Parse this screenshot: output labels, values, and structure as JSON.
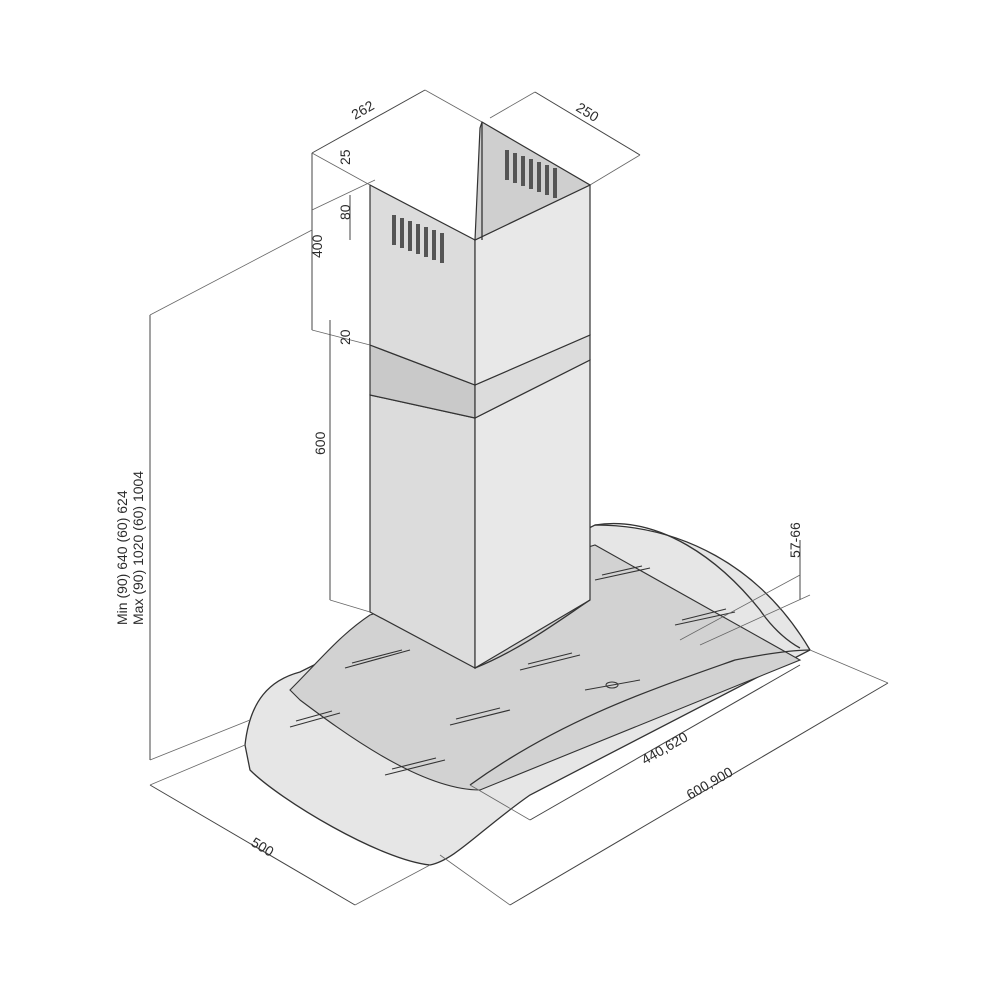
{
  "diagram": {
    "dimensions": {
      "chimney_depth": "262",
      "chimney_width": "250",
      "top_offset": "25",
      "vent_height": "80",
      "upper_chimney": "400",
      "joint_gap": "20",
      "lower_chimney": "600",
      "min_height": "Min (90) 640 (60) 624",
      "max_height": "Max (90) 1020 (60) 1004",
      "glass_thickness": "57-66",
      "canopy_inner": "440,620",
      "canopy_width": "600,900",
      "canopy_depth": "500"
    }
  }
}
